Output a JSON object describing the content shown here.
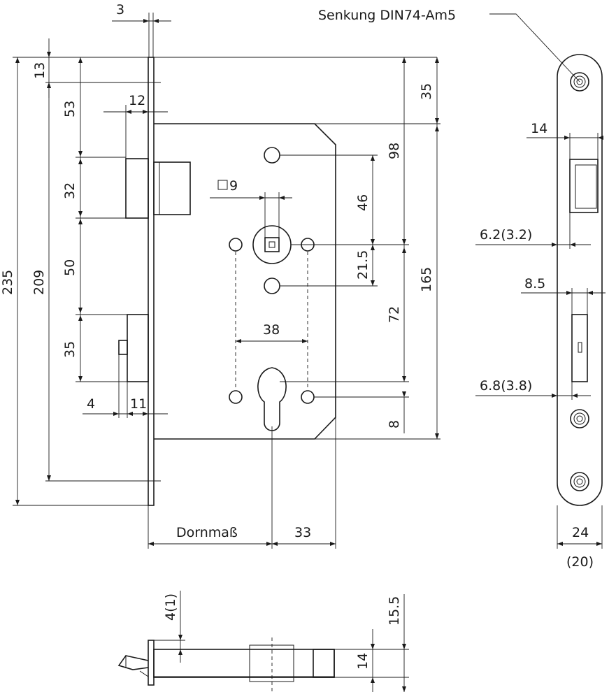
{
  "labels": {
    "dim_3": "3",
    "dim_13": "13",
    "dim_53": "53",
    "dim_12": "12",
    "dim_32": "32",
    "dim_50": "50",
    "dim_35_left": "35",
    "dim_4_left": "4",
    "dim_11": "11",
    "dim_235": "235",
    "dim_209": "209",
    "dim_35_right": "35",
    "dim_98": "98",
    "dim_46": "46",
    "dim_21_5": "21.5",
    "dim_165": "165",
    "dim_72": "72",
    "dim_8": "8",
    "square_9": "9",
    "dim_38": "38",
    "dornmass": "Dornmaß",
    "dim_33": "33",
    "senkung": "Senkung DIN74-Am5",
    "dim_14_side": "14",
    "dim_6_2": "6.2(3.2)",
    "dim_8_5": "8.5",
    "dim_6_8": "6.8(3.8)",
    "dim_24": "24",
    "dim_20": "(20)",
    "dim_4_1": "4(1)",
    "dim_15_5": "15.5",
    "dim_14_bottom": "14"
  }
}
